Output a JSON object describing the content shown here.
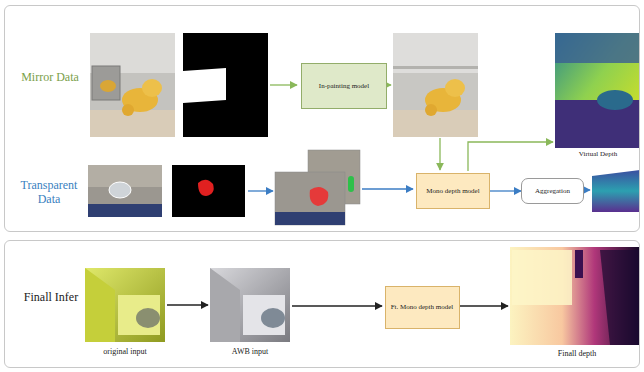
{
  "diagram": {
    "nodes": [
      {
        "text": [
          "Mirror Data",
          "Transparent Data"
        ]
      },
      {
        "text": [
          "In-painting model"
        ],
        "in": 0
      },
      {
        "text": [
          "Mono depth model"
        ],
        "in": 0
      },
      {
        "text": [
          "Aggregation"
        ],
        "in": 0
      },
      {
        "text": [
          "Finall Infer"
        ]
      },
      {
        "text": [
          "Ft. Mono depth model"
        ],
        "in": 4
      }
    ],
    "edges": [
      {
        "from": 2,
        "to": 3,
        "arrow": "to"
      }
    ],
    "labels": [
      "Virtual Depth",
      "original input",
      "AWB input",
      "Finall depth"
    ]
  }
}
